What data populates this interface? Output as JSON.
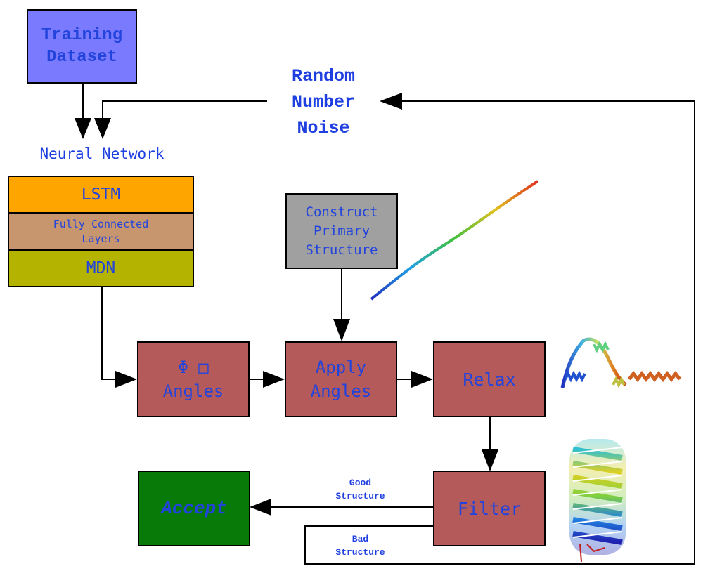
{
  "training_dataset": "Training\nDataset",
  "random_noise": "Random\nNumber\nNoise",
  "neural_network_label": "Neural Network",
  "nn_layers": {
    "lstm": "LSTM",
    "fully_connected": "Fully Connected\nLayers",
    "mdn": "MDN"
  },
  "construct_primary": "Construct\nPrimary\nStructure",
  "phi_psi_angles": "Φ □\nAngles",
  "apply_angles": "Apply\nAngles",
  "relax": "Relax",
  "filter": "Filter",
  "accept": "Accept",
  "good_structure": "Good\nStructure",
  "bad_structure": "Bad\nStructure",
  "colors": {
    "training": "#7a7aff",
    "lstm": "#ffa500",
    "fully_connected": "#c8966e",
    "mdn": "#b4b400",
    "construct": "#a0a0a0",
    "process": "#b45a5a",
    "accept": "#087a08",
    "text_blue": "#1f3fe0"
  }
}
